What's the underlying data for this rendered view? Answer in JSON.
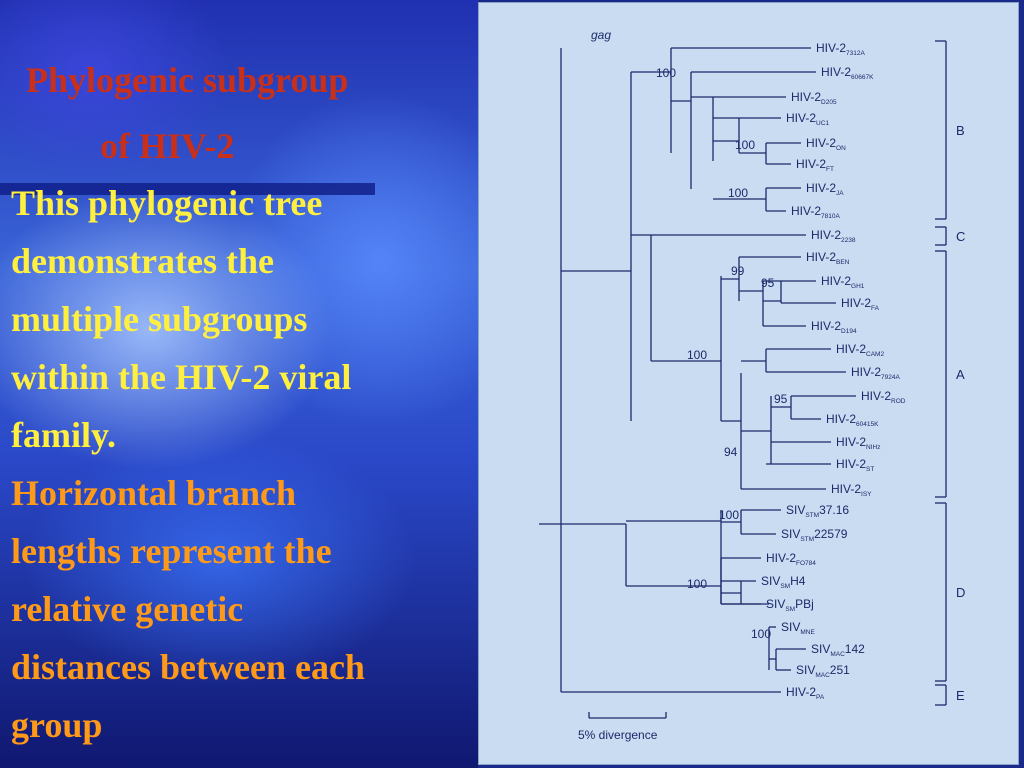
{
  "slide": {
    "title_line1": "Phylogenic subgroup",
    "title_line2": "of HIV-2",
    "desc_lines": [
      "This phylogenic tree",
      "demonstrates the",
      "multiple subgroups",
      "within the HIV-2 viral",
      "family."
    ],
    "note_lines": [
      "Horizontal branch",
      "lengths represent the",
      "relative genetic",
      "distances between each",
      "group"
    ]
  },
  "colors": {
    "title": "#c8301a",
    "desc": "#fff040",
    "note": "#ff9a18",
    "panel": "#c9dcf2",
    "tree": "#1c2a6a"
  },
  "tree": {
    "gene_label": "gag",
    "leaves": [
      {
        "base": "HIV-2",
        "sub": "7312A",
        "suffix": ""
      },
      {
        "base": "HIV-2",
        "sub": "60667K",
        "suffix": ""
      },
      {
        "base": "HIV-2",
        "sub": "D205",
        "suffix": ""
      },
      {
        "base": "HIV-2",
        "sub": "UC1",
        "suffix": ""
      },
      {
        "base": "HIV-2",
        "sub": "ON",
        "suffix": ""
      },
      {
        "base": "HIV-2",
        "sub": "FT",
        "suffix": ""
      },
      {
        "base": "HIV-2",
        "sub": "JA",
        "suffix": ""
      },
      {
        "base": "HIV-2",
        "sub": "7810A",
        "suffix": ""
      },
      {
        "base": "HIV-2",
        "sub": "2238",
        "suffix": ""
      },
      {
        "base": "HIV-2",
        "sub": "BEN",
        "suffix": ""
      },
      {
        "base": "HIV-2",
        "sub": "GH1",
        "suffix": ""
      },
      {
        "base": "HIV-2",
        "sub": "FA",
        "suffix": ""
      },
      {
        "base": "HIV-2",
        "sub": "D194",
        "suffix": ""
      },
      {
        "base": "HIV-2",
        "sub": "CAM2",
        "suffix": ""
      },
      {
        "base": "HIV-2",
        "sub": "7924A",
        "suffix": ""
      },
      {
        "base": "HIV-2",
        "sub": "ROD",
        "suffix": ""
      },
      {
        "base": "HIV-2",
        "sub": "60415K",
        "suffix": ""
      },
      {
        "base": "HIV-2",
        "sub": "NIHz",
        "suffix": ""
      },
      {
        "base": "HIV-2",
        "sub": "ST",
        "suffix": ""
      },
      {
        "base": "HIV-2",
        "sub": "ISY",
        "suffix": ""
      },
      {
        "base": "SIV",
        "sub": "STM",
        "suffix": "37.16"
      },
      {
        "base": "SIV",
        "sub": "STM",
        "suffix": "22579"
      },
      {
        "base": "HIV-2",
        "sub": "FO784",
        "suffix": ""
      },
      {
        "base": "SIV",
        "sub": "SM",
        "suffix": "H4"
      },
      {
        "base": "SIV",
        "sub": "SM",
        "suffix": "PBj"
      },
      {
        "base": "SIV",
        "sub": "MNE",
        "suffix": ""
      },
      {
        "base": "SIV",
        "sub": "MAC",
        "suffix": "142"
      },
      {
        "base": "SIV",
        "sub": "MAC",
        "suffix": "251"
      },
      {
        "base": "HIV-2",
        "sub": "PA",
        "suffix": ""
      }
    ],
    "bootstrap_values": [
      "100",
      "100",
      "100",
      "99",
      "95",
      "100",
      "95",
      "94",
      "100",
      "100",
      "100"
    ],
    "subgroups": [
      "B",
      "C",
      "A",
      "D",
      "E"
    ],
    "scale_label": "5% divergence"
  }
}
